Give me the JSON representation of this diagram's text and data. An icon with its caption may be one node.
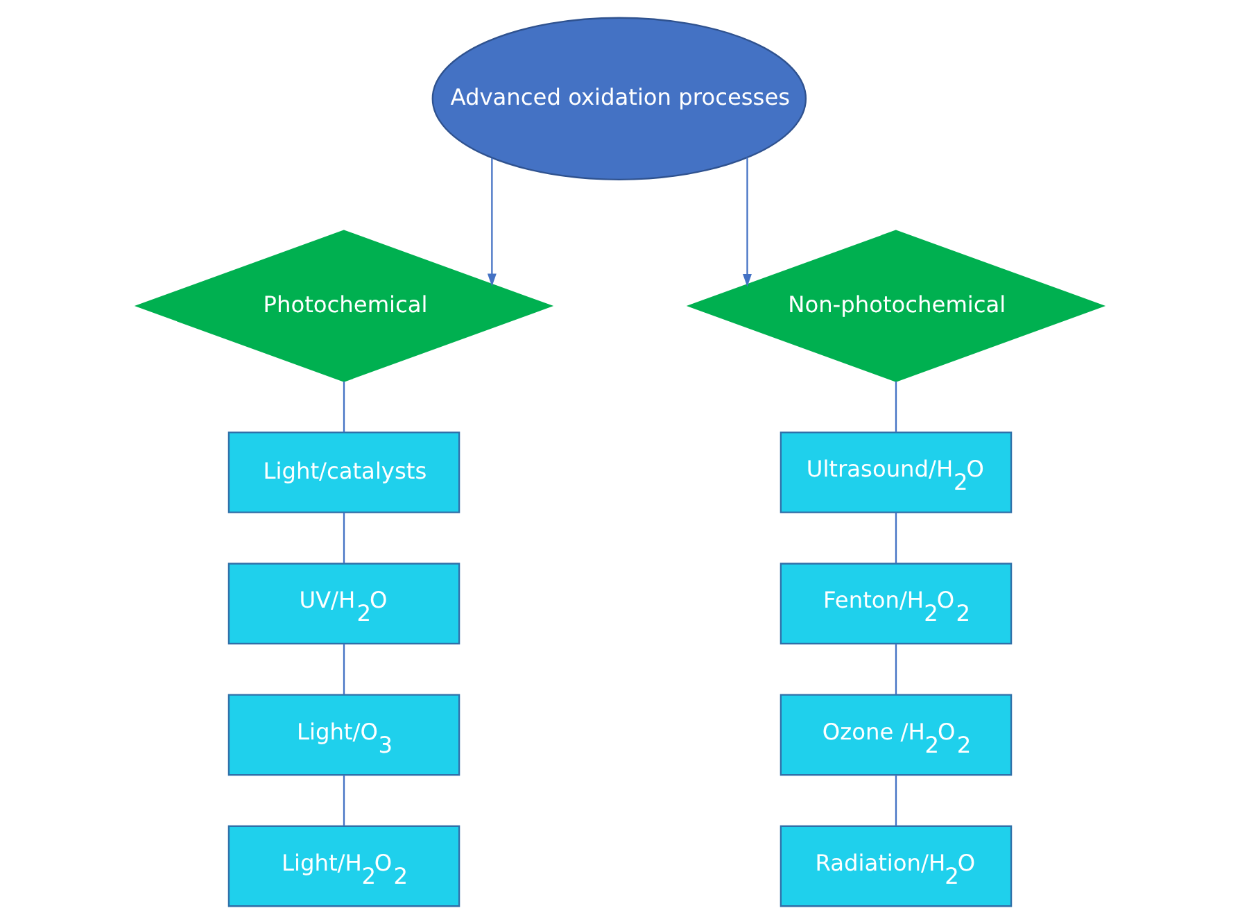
{
  "diagram": {
    "nodes": [
      {
        "text": [
          "Advanced oxidation processes"
        ]
      },
      {
        "text": [
          "Photochemical"
        ]
      },
      {
        "text": [
          "Non-photochemical"
        ]
      },
      {
        "text": [
          "Light/catalysts"
        ]
      },
      {
        "text": [
          "UV/H$_{2}$O"
        ]
      },
      {
        "text": [
          "Light/O$_{3}$"
        ]
      },
      {
        "text": [
          "Light/H$_{2}$O$_{2}$"
        ]
      },
      {
        "text": [
          "Ultrasound/H$_{2}$O"
        ]
      },
      {
        "text": [
          "Fenton/H$_{2}$O$_{2}$"
        ]
      },
      {
        "text": [
          "Ozone /H$_{2}$O$_{2}$"
        ]
      },
      {
        "text": [
          "Radiation/H$_{2}$O"
        ]
      }
    ],
    "edges": [
      {
        "from": 0,
        "to": 1,
        "arrow": "to"
      },
      {
        "from": 0,
        "to": 2,
        "arrow": "to"
      },
      {
        "from": 1,
        "to": 3,
        "arrow": "none"
      },
      {
        "from": 3,
        "to": 4,
        "arrow": "none"
      },
      {
        "from": 4,
        "to": 5,
        "arrow": "none"
      },
      {
        "from": 5,
        "to": 6,
        "arrow": "none"
      },
      {
        "from": 2,
        "to": 7,
        "arrow": "none"
      },
      {
        "from": 7,
        "to": 8,
        "arrow": "none"
      },
      {
        "from": 8,
        "to": 9,
        "arrow": "none"
      },
      {
        "from": 9,
        "to": 10,
        "arrow": "none"
      }
    ]
  }
}
